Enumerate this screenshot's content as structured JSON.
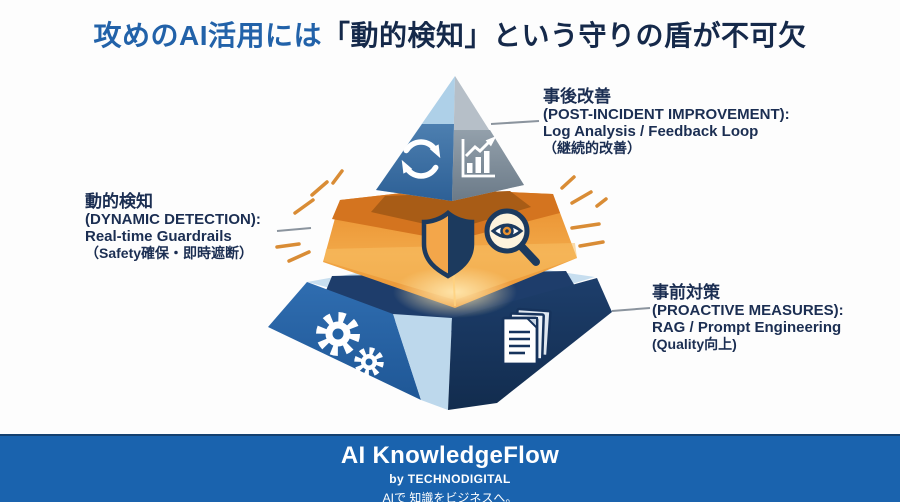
{
  "title": {
    "lead": "攻めのAI活用には",
    "emphasis": "「動的検知」という守りの盾が不可欠"
  },
  "labels": {
    "post_incident": {
      "jp": "事後改善",
      "en": "(POST-INCIDENT IMPROVEMENT):",
      "detail": "Log Analysis / Feedback Loop",
      "note": "（継続的改善）"
    },
    "dynamic_detection": {
      "jp": "動的検知",
      "en": "(DYNAMIC DETECTION):",
      "detail": "Real-time Guardrails",
      "note": "（Safety確保・即時遮断）"
    },
    "proactive": {
      "jp": "事前対策",
      "en": "(PROACTIVE MEASURES):",
      "detail": "RAG / Prompt Engineering",
      "note": "(Quality向上)"
    }
  },
  "diagram": {
    "type": "three-tier-pyramid",
    "tiers": [
      {
        "position": "top",
        "theme": "blue-gray",
        "meaning": "事後改善 / POST-INCIDENT IMPROVEMENT",
        "icons": [
          "refresh-cycle-icon",
          "bar-chart-icon"
        ]
      },
      {
        "position": "middle",
        "theme": "orange-gold",
        "meaning": "動的検知 / DYNAMIC DETECTION",
        "icons": [
          "shield-icon",
          "magnifier-eye-icon"
        ]
      },
      {
        "position": "bottom",
        "theme": "navy-blue",
        "meaning": "事前対策 / PROACTIVE MEASURES",
        "icons": [
          "gears-icon",
          "documents-icon"
        ]
      }
    ]
  },
  "footer": {
    "brand": "AI KnowledgeFlow",
    "byline": "by TECHNODIGITAL",
    "tagline": "AIで 知識をビジネスへ。"
  },
  "colors": {
    "title_lead": "#2262a9",
    "title_emphasis": "#15294a",
    "label_text": "#1b2e52",
    "top_tier_blue": "#3f72a4",
    "top_tier_gray": "#7e8c99",
    "middle_tier_orange": "#ec9838",
    "base_tier_blue": "#2766a8",
    "base_tier_navy": "#18365f",
    "base_top_light": "#c7deef",
    "burst_accent": "#d98c35",
    "footer_bg": "#1a63ae"
  }
}
